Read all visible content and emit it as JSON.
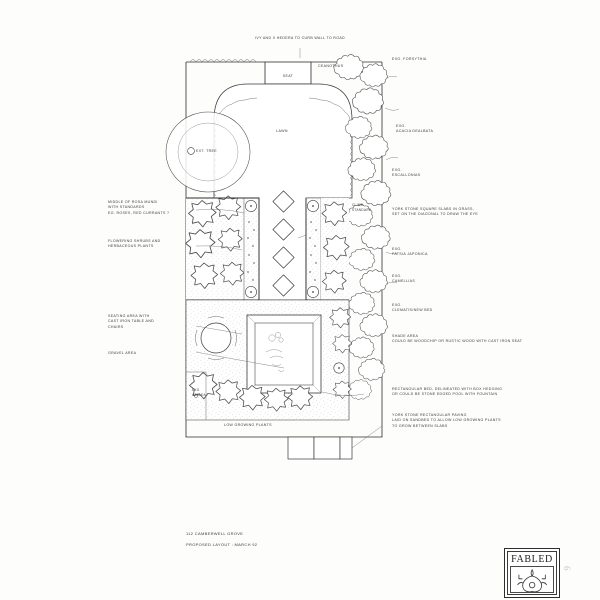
{
  "drawing": {
    "top_note": "IVY AND X HEDERA TO CURB WALL TO ROAD",
    "title_line1": "112 CAMBERWELL GROVE",
    "title_line2": "PROPOSED LAYOUT : MARCH 92"
  },
  "plan_labels": {
    "seat": "SEAT",
    "lawn": "LAWN",
    "existing_tree": "EXT. TREE",
    "low_growing": "LOW GROWING PLANTS"
  },
  "right_annotations": [
    {
      "name": "ceanothus",
      "text": "CEANOTHUS"
    },
    {
      "name": "forsythia",
      "text": "EXG. FORSYTHIA"
    },
    {
      "name": "acacia-dealbata",
      "text": "EXG.\nACACIA DEALBATA"
    },
    {
      "name": "escallonias",
      "text": "EXG.\nESCALLONIAS"
    },
    {
      "name": "york-stone-squares",
      "text": "YORK STONE SQUARE SLABS IN GRASS,\nSET ON THE DIAGONAL TO DRAW THE EYE"
    },
    {
      "name": "fatsia-japonica",
      "text": "EXG.\nFATSIA JAPONICA"
    },
    {
      "name": "camellias",
      "text": "EXG.\nCAMELLIAS"
    },
    {
      "name": "clematis-new-bed",
      "text": "EXG.\nCLEMATIS/NEW BED"
    },
    {
      "name": "shade-area",
      "text": "SHADE AREA\nCOULD BE WOODCHIP OR RUSTIC WOOD WITH CAST IRON SEAT"
    },
    {
      "name": "rectangular-bed",
      "text": "RECTANGULAR BED, DELINEATED WITH BOX HEDGING\nOR COULD BE STONE EDGED POOL WITH FOUNTAIN"
    },
    {
      "name": "york-stone-paving",
      "text": "YORK STONE RECTANGULAR PAVING\nLAID ON SANDBED TO ALLOW LOW GROWING PLANTS\nTO GROW BETWEEN SLABS"
    }
  ],
  "right_small": {
    "climber_standard": "CLIMB.\nSTANDARD"
  },
  "left_annotations": [
    {
      "name": "rose-mound",
      "text": "MIDDLE OF ROSA MUNDI\nWITH STANDARDS\nEG. ROSES, RED CURRANTS ?"
    },
    {
      "name": "flowering-shrubs",
      "text": "FLOWERING SHRUBS AND\nHERBACEOUS PLANTS"
    },
    {
      "name": "seating-area",
      "text": "SEATING AREA WITH\nCAST IRON TABLE AND\nCHAIRS"
    },
    {
      "name": "gravel-area",
      "text": "GRAVEL AREA"
    }
  ],
  "plan_small": {
    "exg_azalea": "EXG.\nAZALEA"
  },
  "logo": {
    "name": "FABLED"
  },
  "corner_mark": "6",
  "colors": {
    "ink": "#3b3b3b",
    "line": "#2e2e2e",
    "paper": "#fdfdfb",
    "light": "#8d8d8d"
  }
}
